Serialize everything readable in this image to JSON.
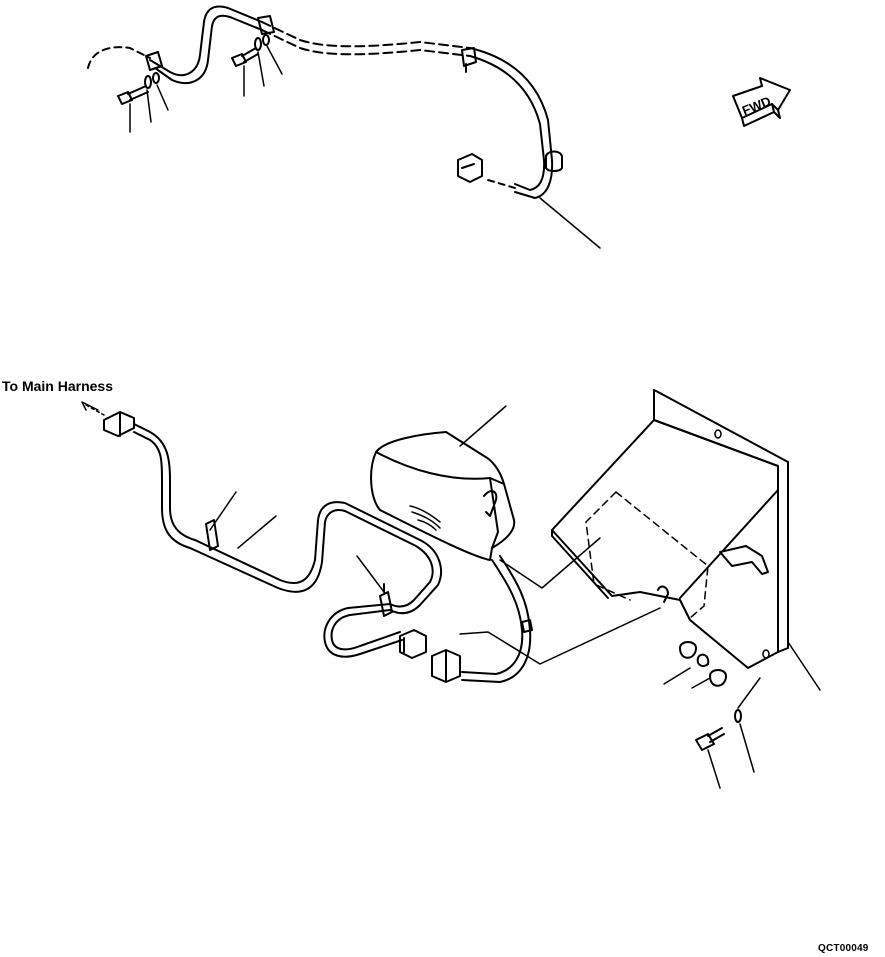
{
  "diagram": {
    "labels": {
      "to_main_harness": "To Main Harness",
      "drawing_code": "QCT00049",
      "fwd_arrow": "FWD"
    },
    "colors": {
      "line": "#000000",
      "background": "#ffffff"
    }
  }
}
